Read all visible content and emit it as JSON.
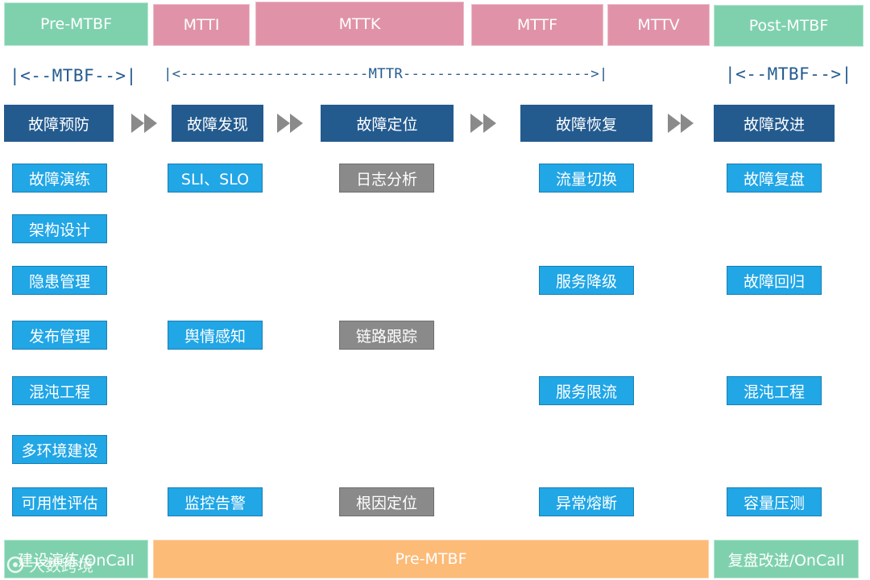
{
  "top_bar": {
    "pre_mtbf": "Pre-MTBF",
    "mtti": "MTTI",
    "mttk": "MTTK",
    "mttf": "MTTF",
    "mttv": "MTTV",
    "post_mtbf": "Post-MTBF"
  },
  "spans": {
    "left": "|<--MTBF-->|",
    "middle": "|<----------------------MTTR---------------------->|",
    "right": "|<--MTBF-->|"
  },
  "phases": [
    "故障预防",
    "故障发现",
    "故障定位",
    "故障恢复",
    "故障改进"
  ],
  "columns": {
    "prevention": [
      "故障演练",
      "架构设计",
      "隐患管理",
      "发布管理",
      "混沌工程",
      "多环境建设",
      "可用性评估"
    ],
    "discovery": [
      "SLI、SLO",
      "舆情感知",
      "监控告警"
    ],
    "location": [
      "日志分析",
      "链路跟踪",
      "根因定位"
    ],
    "recovery": [
      "流量切换",
      "服务降级",
      "服务限流",
      "异常熔断"
    ],
    "improvement": [
      "故障复盘",
      "故障回归",
      "混沌工程",
      "容量压测"
    ]
  },
  "bottom_bar": {
    "left": "建设演练/OnCall",
    "middle": "Pre-MTBF",
    "right": "复盘改进/OnCall"
  },
  "watermark": "大数跨境",
  "colors": {
    "green": "#7fd1ae",
    "pink": "#e093a8",
    "navy": "#245b8f",
    "blue": "#21a6e6",
    "gray": "#8a8a8a",
    "orange": "#fdbb78"
  }
}
